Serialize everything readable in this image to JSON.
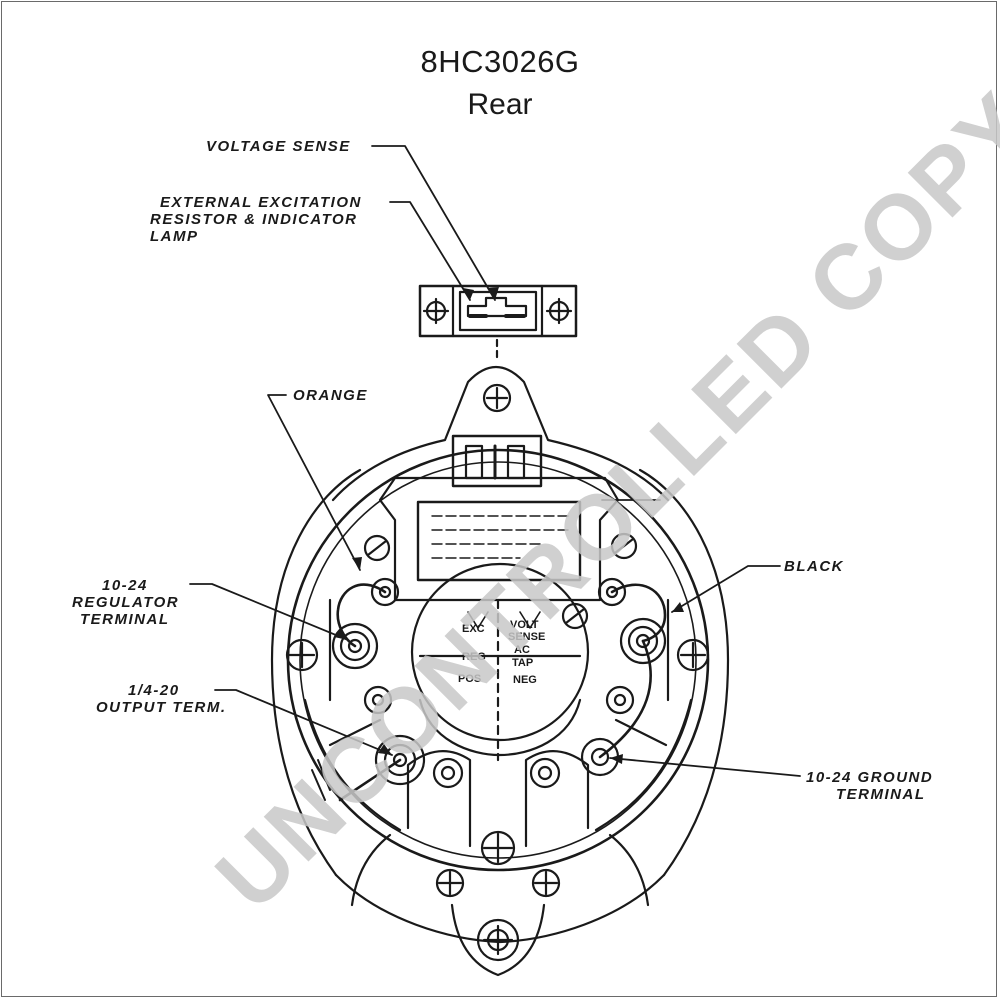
{
  "title": {
    "model": "8HC3026G",
    "view": "Rear"
  },
  "labels": {
    "voltage_sense": "VOLTAGE  SENSE",
    "external_excitation_1": "EXTERNAL  EXCITATION",
    "external_excitation_2": "RESISTOR & INDICATOR",
    "external_excitation_3": "LAMP",
    "orange": "ORANGE",
    "black": "BLACK",
    "regulator_terminal_1": "10-24",
    "regulator_terminal_2": "REGULATOR",
    "regulator_terminal_3": "TERMINAL",
    "output_term_1": "1/4-20",
    "output_term_2": "OUTPUT  TERM.",
    "ground_terminal_1": "10-24  GROUND",
    "ground_terminal_2": "TERMINAL"
  },
  "regulator_marks": {
    "exc": "EXC",
    "volt_sense_1": "VOLT",
    "volt_sense_2": "SENSE",
    "ac_tap_1": "AC",
    "ac_tap_2": "TAP",
    "reg": "REG",
    "pos": "POS",
    "neg": "NEG"
  },
  "watermark": "UNCONTROLLED COPY",
  "colors": {
    "ink": "#1a1a1a",
    "watermark": "#c8c8c8"
  }
}
